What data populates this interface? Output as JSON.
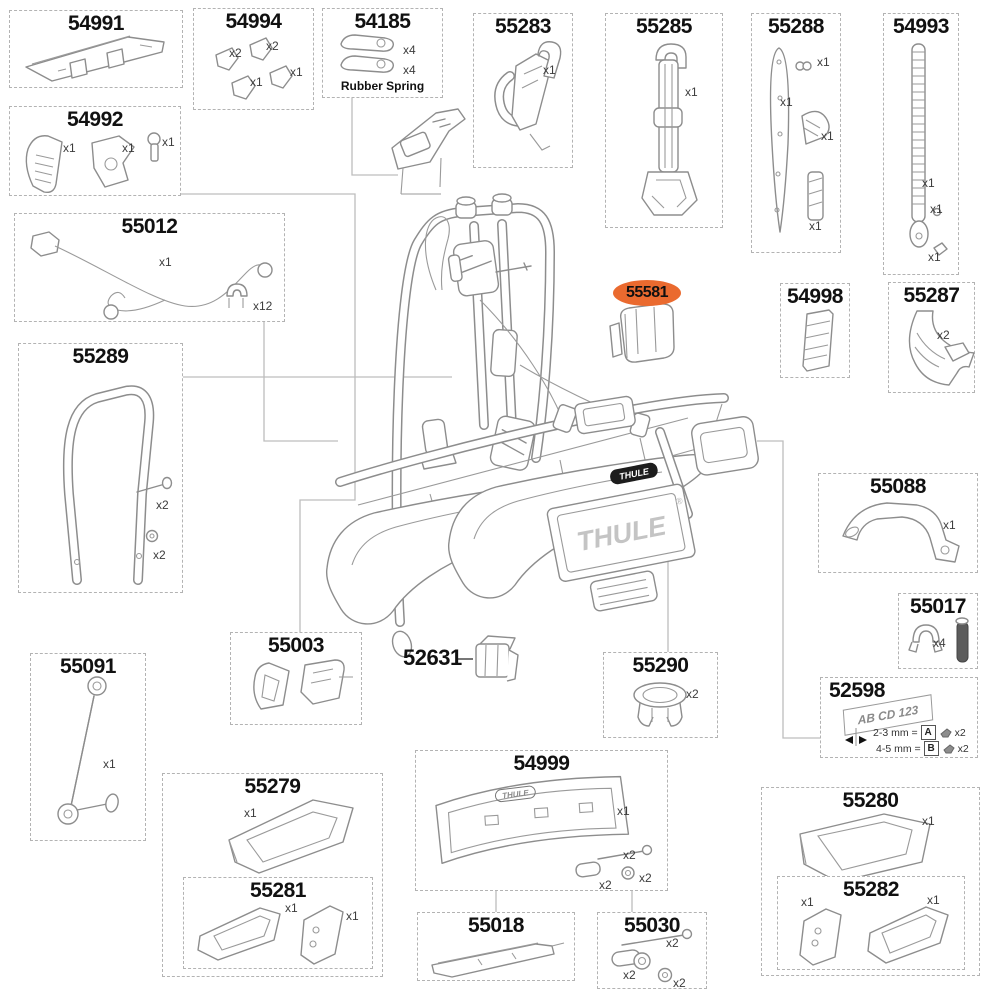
{
  "brand": {
    "name": "THULE",
    "plate_watermark": "THULE",
    "registered": "®"
  },
  "highlight": {
    "label": "55581",
    "color": "#ea6a2f"
  },
  "parts": {
    "p54991": {
      "label": "54991"
    },
    "p54994": {
      "label": "54994",
      "qtys": [
        "x2",
        "x2",
        "x1",
        "x1"
      ]
    },
    "p54185": {
      "label": "54185",
      "qtys": [
        "x4",
        "x4"
      ],
      "caption": "Rubber Spring"
    },
    "p55283": {
      "label": "55283",
      "qtys": [
        "x1"
      ]
    },
    "p55285": {
      "label": "55285",
      "qtys": [
        "x1"
      ]
    },
    "p55288": {
      "label": "55288",
      "qtys": [
        "x1",
        "x1",
        "x1",
        "x1"
      ]
    },
    "p54993": {
      "label": "54993",
      "qtys": [
        "x1",
        "x1",
        "x1"
      ]
    },
    "p54992": {
      "label": "54992",
      "qtys": [
        "x1",
        "x1",
        "x1"
      ]
    },
    "p55012": {
      "label": "55012",
      "qtys": [
        "x1",
        "x12"
      ]
    },
    "p55289": {
      "label": "55289",
      "qtys": [
        "x2",
        "x2"
      ]
    },
    "p55581": {
      "label": "55581"
    },
    "p54998": {
      "label": "54998"
    },
    "p55287": {
      "label": "55287",
      "qtys": [
        "x2"
      ]
    },
    "p55088": {
      "label": "55088",
      "qtys": [
        "x1"
      ]
    },
    "p55017": {
      "label": "55017",
      "qtys": [
        "x4"
      ]
    },
    "p52598": {
      "label": "52598",
      "plate_text": "AB CD 123",
      "rows": [
        {
          "range": "2-3 mm =",
          "letter": "A",
          "qty": "x2"
        },
        {
          "range": "4-5 mm =",
          "letter": "B",
          "qty": "x2"
        }
      ]
    },
    "p55091": {
      "label": "55091",
      "qtys": [
        "x1"
      ]
    },
    "p55003": {
      "label": "55003"
    },
    "p52631": {
      "label": "52631"
    },
    "p55290": {
      "label": "55290",
      "qtys": [
        "x2"
      ]
    },
    "p54999": {
      "label": "54999",
      "qtys": [
        "x1",
        "x2",
        "x2",
        "x2"
      ]
    },
    "p55279": {
      "label": "55279",
      "qtys": [
        "x1"
      ]
    },
    "p55281": {
      "label": "55281",
      "qtys": [
        "x1",
        "x1"
      ]
    },
    "p55018": {
      "label": "55018"
    },
    "p55030": {
      "label": "55030",
      "qtys": [
        "x2",
        "x2",
        "x2"
      ]
    },
    "p55280": {
      "label": "55280",
      "qtys": [
        "x1"
      ]
    },
    "p55282": {
      "label": "55282",
      "qtys": [
        "x1",
        "x1"
      ]
    }
  }
}
